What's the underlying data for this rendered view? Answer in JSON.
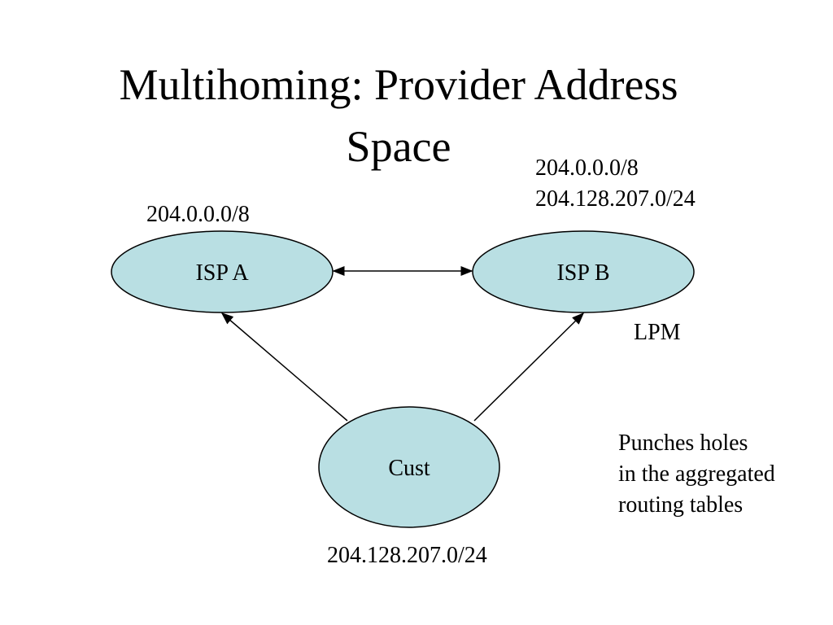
{
  "title": {
    "line1": "Multihoming: Provider Address",
    "line2": "Space"
  },
  "nodes": {
    "isp_a": "ISP A",
    "isp_b": "ISP B",
    "cust": "Cust"
  },
  "prefixes": {
    "isp_a": "204.0.0.0/8",
    "isp_b": [
      "204.0.0.0/8",
      "204.128.207.0/24"
    ],
    "cust": "204.128.207.0/24"
  },
  "lpm_label": "LPM",
  "note": [
    "Punches holes",
    "in the aggregated",
    "routing tables"
  ],
  "colors": {
    "node_fill": "#b9dfe3",
    "stroke": "#000000"
  }
}
